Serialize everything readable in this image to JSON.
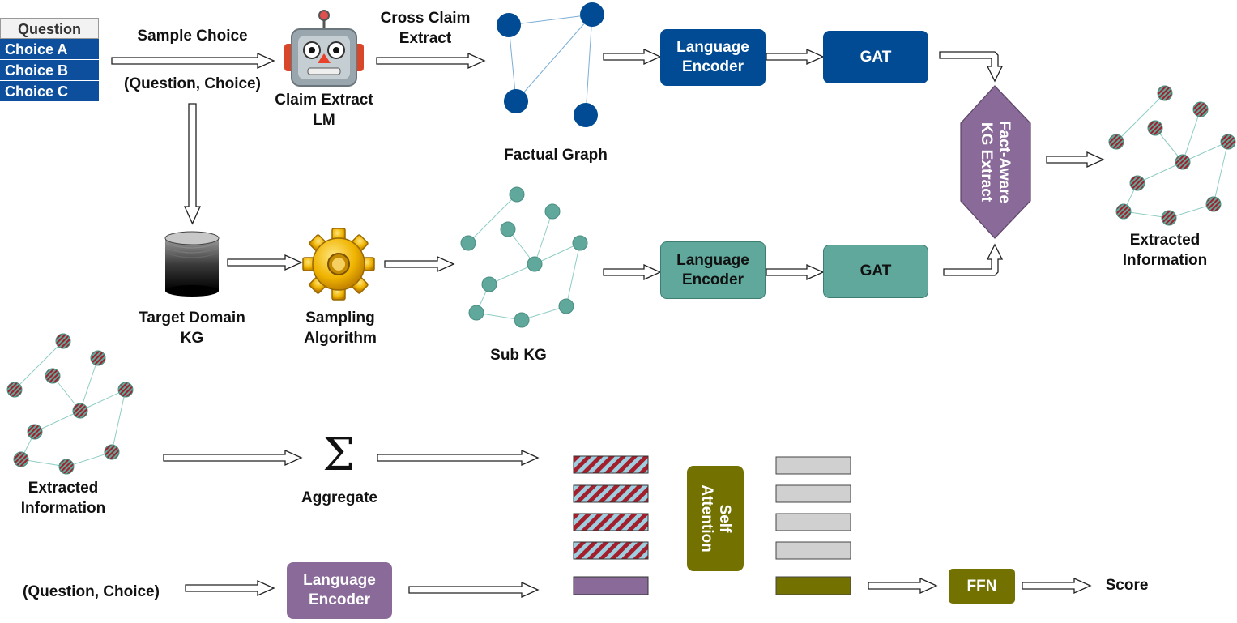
{
  "question_table": {
    "header": "Question",
    "choices": [
      "Choice A",
      "Choice B",
      "Choice C"
    ]
  },
  "labels": {
    "sample_choice": "Sample Choice",
    "question_choice_top": "(Question, Choice)",
    "claim_extract_lm": [
      "Claim Extract",
      "LM"
    ],
    "cross_claim_extract": [
      "Cross Claim",
      "Extract"
    ],
    "factual_graph": "Factual Graph",
    "target_domain_kg": [
      "Target Domain",
      "KG"
    ],
    "sampling_algorithm": [
      "Sampling",
      "Algorithm"
    ],
    "sub_kg": "Sub KG",
    "extracted_information_right": [
      "Extracted",
      "Information"
    ],
    "extracted_information_left": [
      "Extracted",
      "Information"
    ],
    "aggregate": "Aggregate",
    "sigma": "Σ",
    "question_choice_bottom": "(Question, Choice)",
    "score": "Score"
  },
  "boxes": {
    "language_encoder_top": [
      "Language",
      "Encoder"
    ],
    "gat_top": "GAT",
    "language_encoder_mid": [
      "Language",
      "Encoder"
    ],
    "gat_mid": "GAT",
    "fact_aware": [
      "Fact-Aware",
      "KG Extract"
    ],
    "self_attention": [
      "Self",
      "Attention"
    ],
    "language_encoder_bottom": [
      "Language",
      "Encoder"
    ],
    "ffn": "FFN"
  },
  "colors": {
    "blue": "#004b93",
    "teal": "#5fa89b",
    "purple": "#8a6a98",
    "olive": "#737200",
    "hatch_red": "#a31f2b",
    "hatch_light": "#9ecfe0",
    "gray_bar": "#d0d0d0"
  },
  "icons": [
    "robot-icon",
    "database-icon",
    "gear-icon"
  ]
}
